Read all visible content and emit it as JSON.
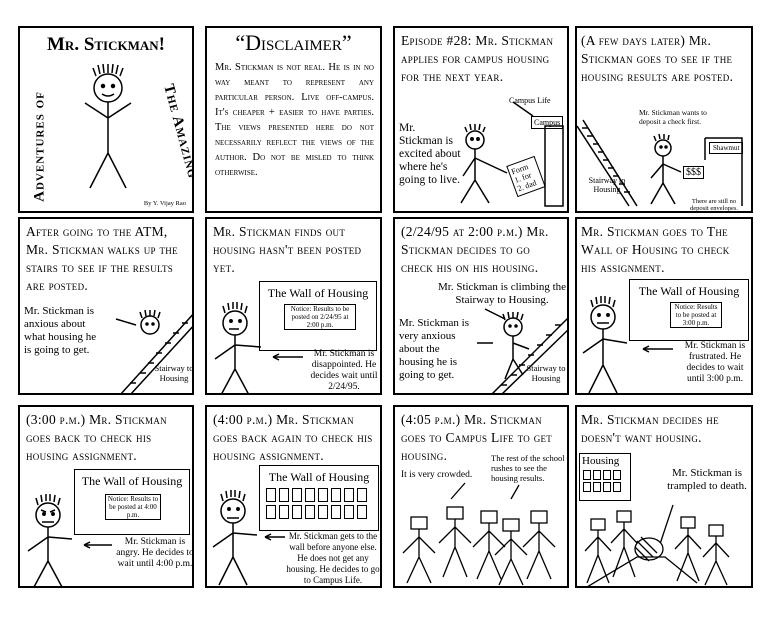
{
  "p1": {
    "title": "Mr. Stickman!",
    "left": "Adventures of",
    "right": "The Amazing",
    "credit": "By Y. Vijay Rao"
  },
  "p2": {
    "title": "“Disclaimer”",
    "body": "Mr. Stickman is not real. He is in no way meant to represent any particular person. Live off-campus. It's cheaper + easier to have parties. The views presented here do not necessarily reflect the views of the author. Do not be misled to think otherwise."
  },
  "p3": {
    "caption": "Episode #28: Mr. Stickman applies for campus housing for the next year.",
    "note": "Mr. Stickman is excited about where he's going to live.",
    "sign_label": "Campus Life",
    "sign": "Campus",
    "form": "Form 1. for 2. dad"
  },
  "p4": {
    "caption": "(A few days later) Mr. Stickman goes to see if the housing results are posted.",
    "note1": "Mr. Stickman wants to deposit a check first.",
    "stair": "Stairway to Housing",
    "bank": "Shawmut",
    "money": "$$$",
    "note2": "There are still no deposit envelopes."
  },
  "p5": {
    "caption": "After going to the ATM, Mr. Stickman walks up the stairs to see if the results are posted.",
    "note": "Mr. Stickman is anxious about what housing he is going to get.",
    "stair": "Stairway to Housing"
  },
  "p6": {
    "caption": "Mr. Stickman finds out housing hasn't been posted yet.",
    "wall": "The Wall of Housing",
    "notice": "Notice: Results to be posted on 2/24/95 at 2:00 p.m.",
    "note": "Mr. Stickman is disappointed. He decides wait until 2/24/95."
  },
  "p7": {
    "caption": "(2/24/95 at 2:00 p.m.) Mr. Stickman decides to go check his on his housing.",
    "note1": "Mr. Stickman is climbing the Stairway to Housing.",
    "note2": "Mr. Stickman is very anxious about the housing he is going to get.",
    "stair": "Stairway to Housing"
  },
  "p8": {
    "caption": "Mr. Stickman goes to The Wall of Housing to check his assignment.",
    "wall": "The Wall of Housing",
    "notice": "Notice: Results to be posted at 3:00 p.m.",
    "note": "Mr. Stickman is frustrated. He decides to wait until 3:00 p.m."
  },
  "p9": {
    "caption": "(3:00 p.m.) Mr. Stickman goes back to check his housing assignment.",
    "wall": "The Wall of Housing",
    "notice": "Notice: Results to be posted at 4:00 p.m.",
    "note": "Mr. Stickman is angry. He decides to wait until 4:00 p.m."
  },
  "p10": {
    "caption": "(4:00 p.m.) Mr. Stickman goes back again to check his housing assignment.",
    "wall": "The Wall of Housing",
    "note": "Mr. Stickman gets to the wall before anyone else. He does not get any housing. He decides to go to Campus Life."
  },
  "p11": {
    "caption": "(4:05 p.m.) Mr. Stickman goes to Campus Life to get housing.",
    "note1": "It is very crowded.",
    "note2": "The rest of the school rushes to see the housing results."
  },
  "p12": {
    "caption": "Mr. Stickman decides he doesn't want housing.",
    "sign": "Housing",
    "note": "Mr. Stickman is trampled to death."
  }
}
